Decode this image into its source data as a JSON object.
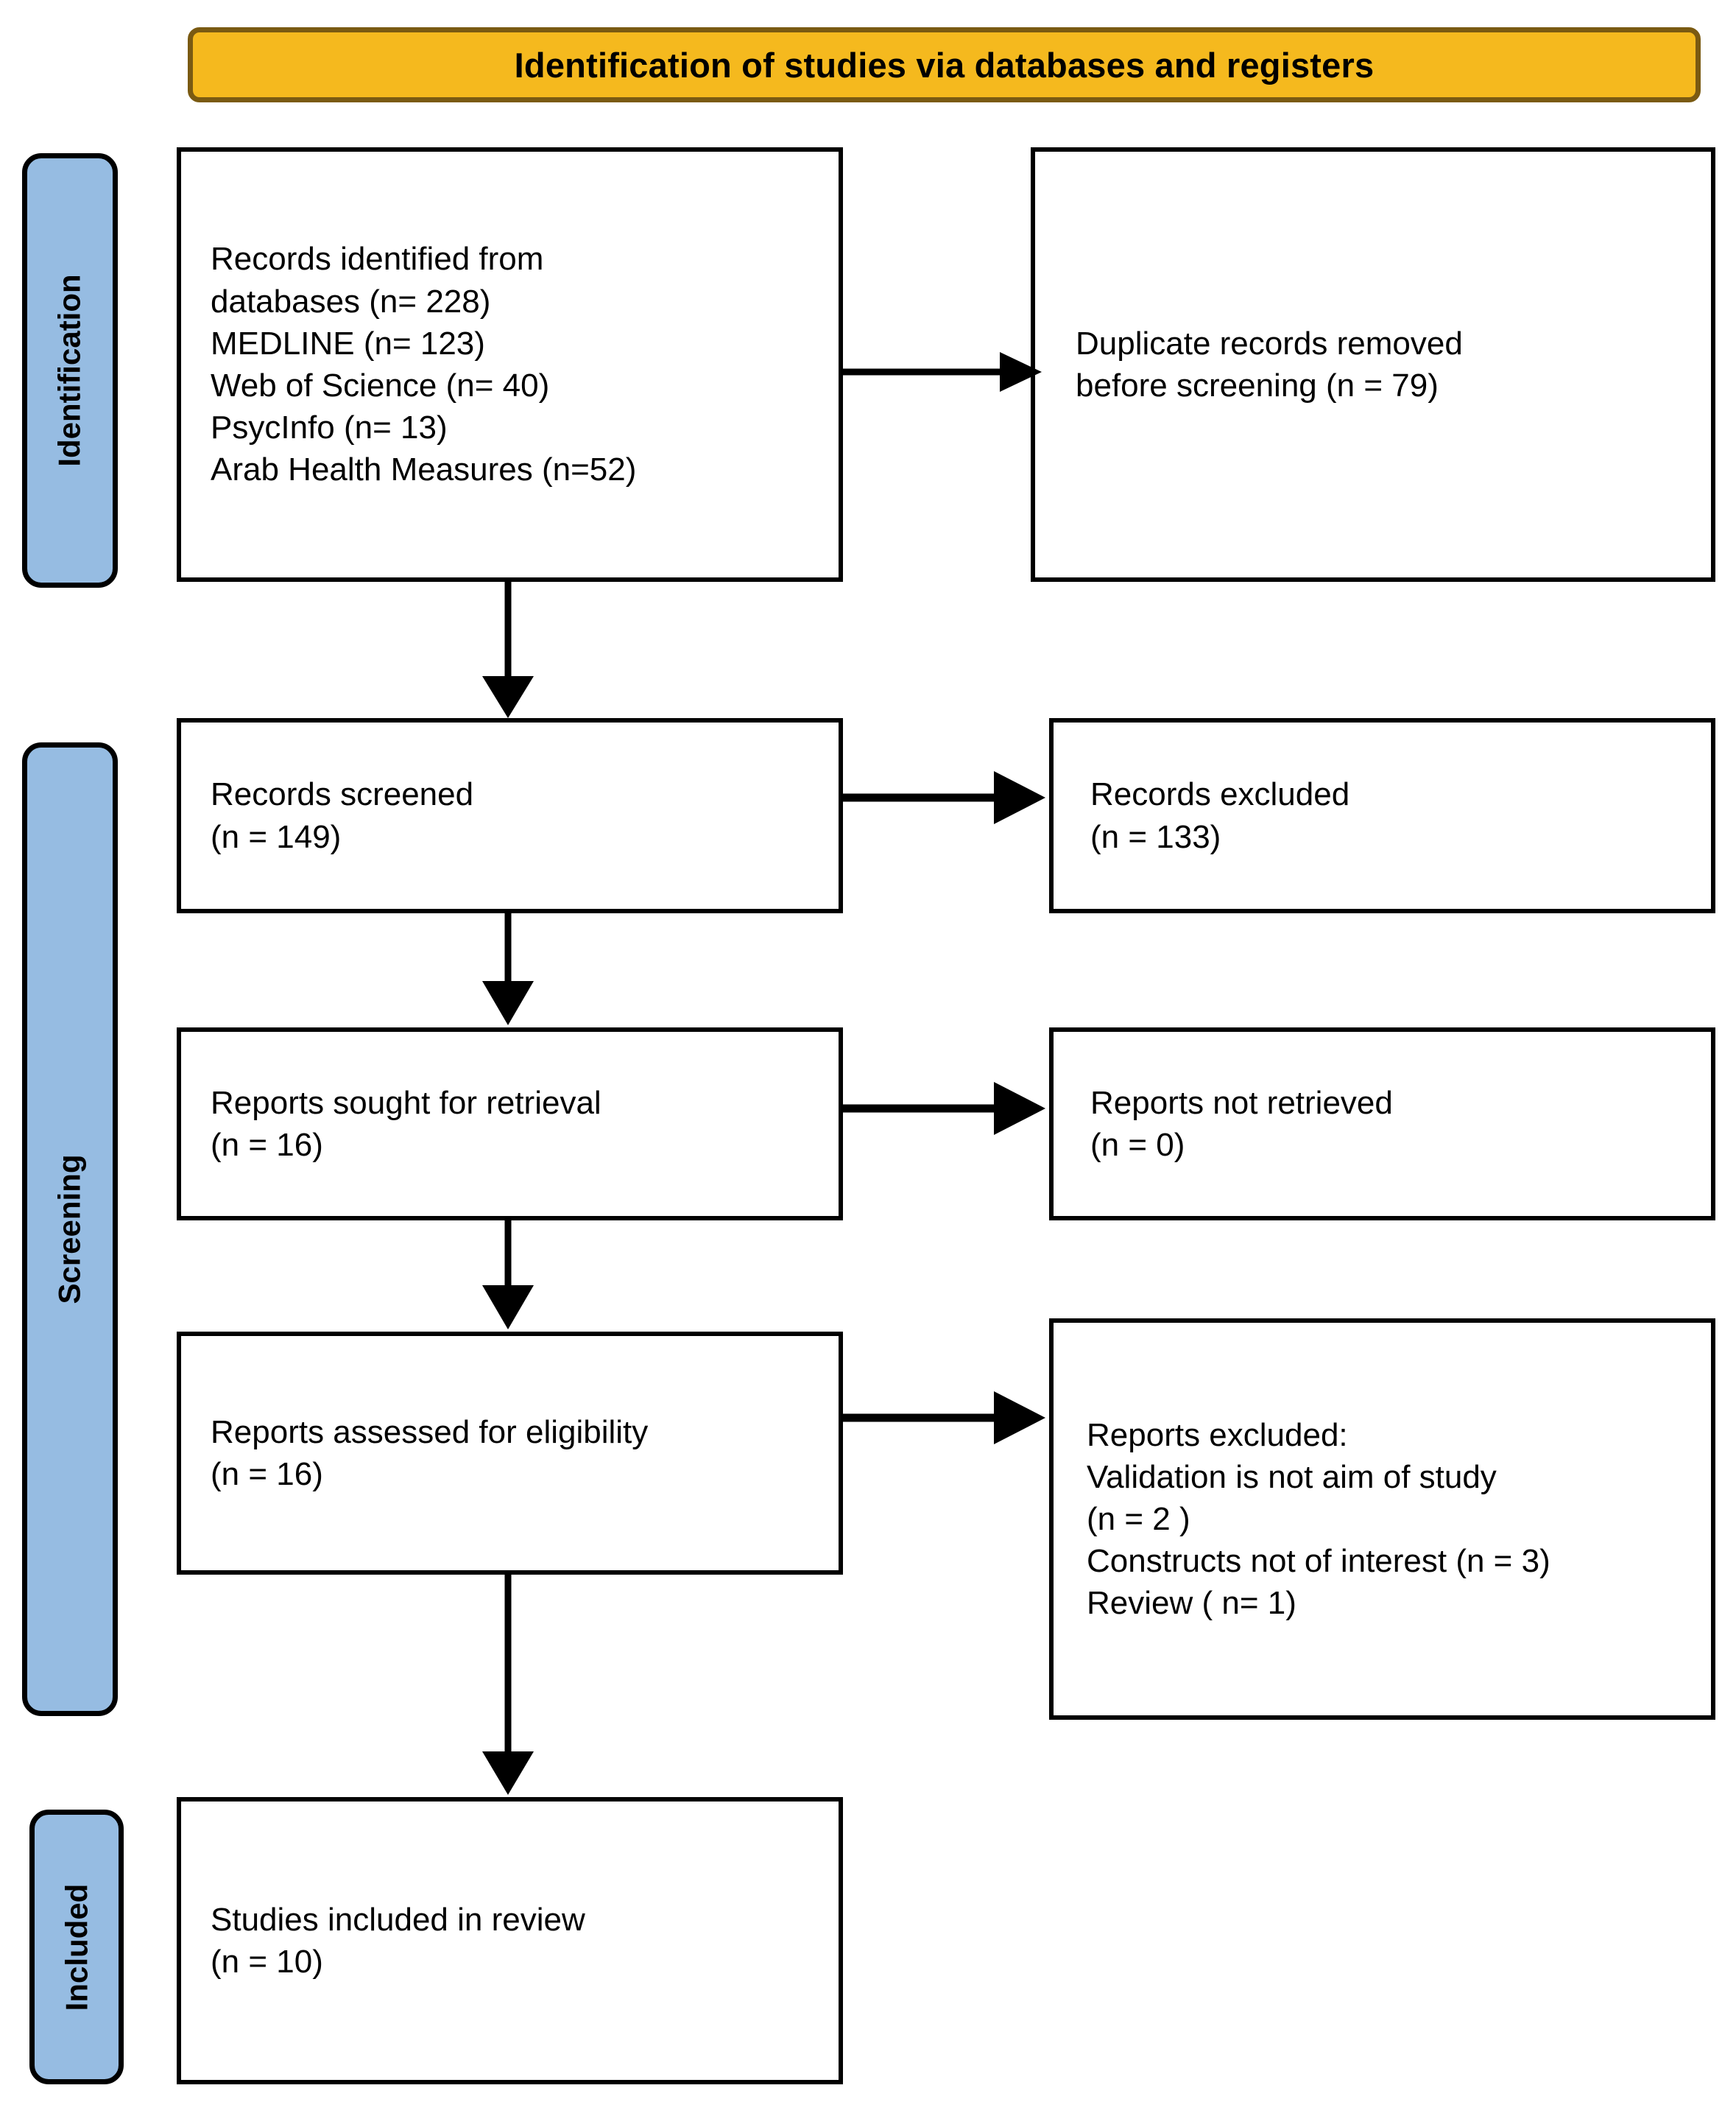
{
  "banner": {
    "title": "Identification of studies via databases and registers"
  },
  "stages": [
    {
      "id": "identification",
      "label": "Identification"
    },
    {
      "id": "screening",
      "label": "Screening"
    },
    {
      "id": "included",
      "label": "Included"
    }
  ],
  "boxes": {
    "identified": {
      "name": "records-identified",
      "lines": [
        "Records identified from",
        "databases (n= 228)",
        "MEDLINE (n= 123)",
        "Web of Science (n= 40)",
        "PsycInfo (n= 13)",
        "Arab Health Measures (n=52)"
      ]
    },
    "duplicates": {
      "name": "duplicate-records-removed",
      "lines": [
        "Duplicate records removed",
        "before screening (n = 79)"
      ]
    },
    "screened": {
      "name": "records-screened",
      "lines": [
        "Records screened",
        "(n = 149)"
      ]
    },
    "excluded": {
      "name": "records-excluded",
      "lines": [
        "Records excluded",
        "(n = 133)"
      ]
    },
    "sought": {
      "name": "reports-sought-for-retrieval",
      "lines": [
        "Reports sought for retrieval",
        "(n = 16)"
      ]
    },
    "not_retrieved": {
      "name": "reports-not-retrieved",
      "lines": [
        "Reports not retrieved",
        "(n = 0)"
      ]
    },
    "assessed": {
      "name": "reports-assessed-for-eligibility",
      "lines": [
        "Reports assessed for eligibility",
        "(n = 16)"
      ]
    },
    "reports_excluded": {
      "name": "reports-excluded",
      "lines": [
        "Reports excluded:",
        "Validation is not aim of study",
        " (n = 2 )",
        "Constructs not of interest (n = 3)",
        "Review ( n= 1)"
      ]
    },
    "included": {
      "name": "studies-included-in-review",
      "lines": [
        "Studies included in review",
        "(n = 10)"
      ]
    }
  },
  "colors": {
    "banner_fill": "#f5b91e",
    "banner_border": "#7a5a12",
    "stage_fill": "#96bce2",
    "stage_border": "#000000",
    "box_border": "#000000",
    "arrow": "#000000",
    "text": "#000000"
  },
  "chart_data": {
    "type": "diagram",
    "title": "Identification of studies via databases and registers",
    "flow": [
      {
        "from": "records-identified",
        "to": "duplicate-records-removed",
        "direction": "right"
      },
      {
        "from": "records-identified",
        "to": "records-screened",
        "direction": "down"
      },
      {
        "from": "records-screened",
        "to": "records-excluded",
        "direction": "right"
      },
      {
        "from": "records-screened",
        "to": "reports-sought-for-retrieval",
        "direction": "down"
      },
      {
        "from": "reports-sought-for-retrieval",
        "to": "reports-not-retrieved",
        "direction": "right"
      },
      {
        "from": "reports-sought-for-retrieval",
        "to": "reports-assessed-for-eligibility",
        "direction": "down"
      },
      {
        "from": "reports-assessed-for-eligibility",
        "to": "reports-excluded",
        "direction": "right"
      },
      {
        "from": "reports-assessed-for-eligibility",
        "to": "studies-included-in-review",
        "direction": "down"
      }
    ],
    "counts": {
      "records_identified_databases": 228,
      "medline": 123,
      "web_of_science": 40,
      "psycinfo": 13,
      "arab_health_measures": 52,
      "duplicates_removed": 79,
      "records_screened": 149,
      "records_excluded": 133,
      "reports_sought": 16,
      "reports_not_retrieved": 0,
      "reports_assessed": 16,
      "reports_excluded_validation_not_aim": 2,
      "reports_excluded_constructs_not_of_interest": 3,
      "reports_excluded_review": 1,
      "studies_included": 10
    }
  }
}
